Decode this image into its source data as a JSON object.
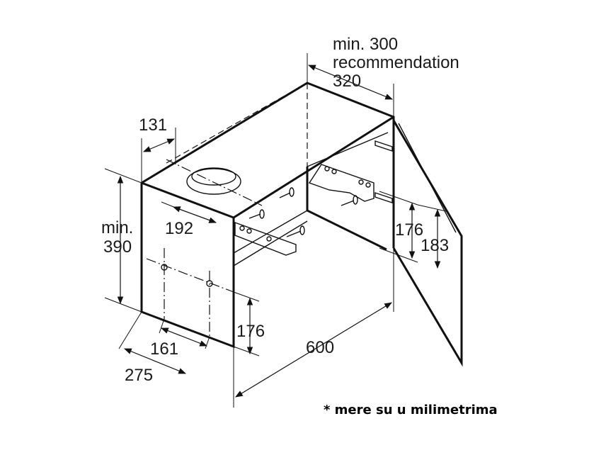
{
  "diagram": {
    "labels": {
      "top_depth_line1": "min. 300",
      "top_depth_line2": "recommendation",
      "top_depth_line3": "320",
      "side_depth": "131",
      "hole_offset": "192",
      "height_line1": "min.",
      "height_line2": "390",
      "bracket_height_front": "176",
      "bracket_height_door": "176",
      "door_height": "183",
      "front_offset": "161",
      "total_depth": "275",
      "width": "600"
    },
    "note": "* mere su u milimetrima"
  }
}
